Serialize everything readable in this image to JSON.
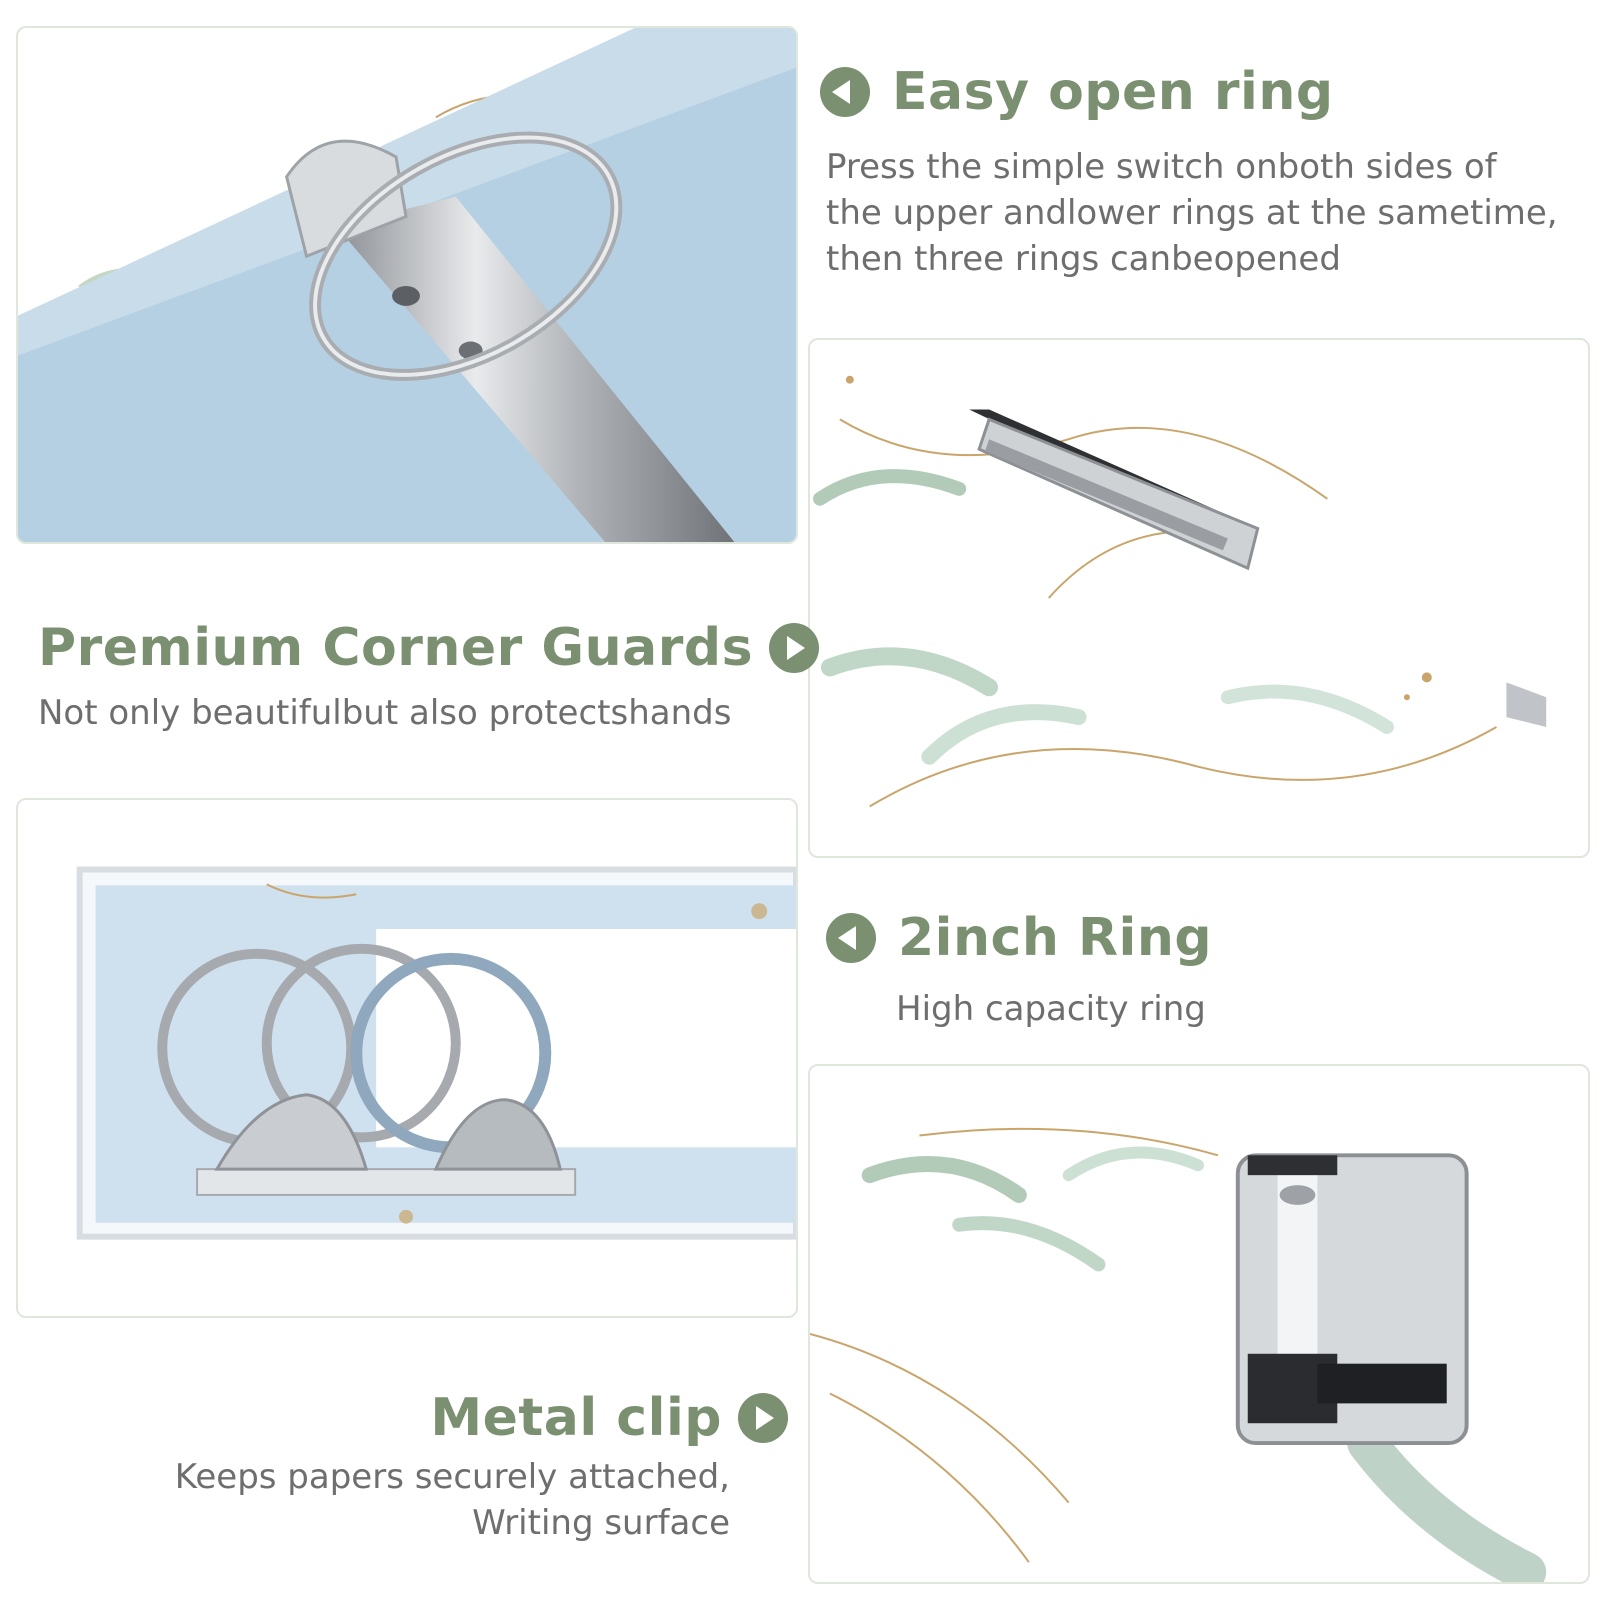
{
  "colors": {
    "accent": "#7a9071",
    "text_gray": "#6e6e6e",
    "binder_blue": "#b4cfe2",
    "panel_border": "#dfe6dc"
  },
  "features": {
    "easy_open_ring": {
      "title": "Easy open ring",
      "lines": [
        "Press the simple switch onboth sides of",
        "the upper andlower rings at the sametime,",
        "then three rings canbeopened"
      ],
      "icon": "arrow-left-circle-icon"
    },
    "corner_guards": {
      "title": "Premium Corner Guards",
      "lines": [
        "Not only beautifulbut also protectshands"
      ],
      "icon": "arrow-right-circle-icon"
    },
    "two_inch_ring": {
      "title": "2inch Ring",
      "lines": [
        "High capacity ring"
      ],
      "icon": "arrow-left-circle-icon"
    },
    "metal_clip": {
      "title": "Metal clip",
      "lines": [
        "Keeps papers securely attached,",
        "Writing surface"
      ],
      "icon": "arrow-right-circle-icon"
    }
  },
  "images": [
    "binder-ring-closeup",
    "clipboard-top-clip",
    "three-ring-mechanism",
    "metal-clip-closeup"
  ]
}
